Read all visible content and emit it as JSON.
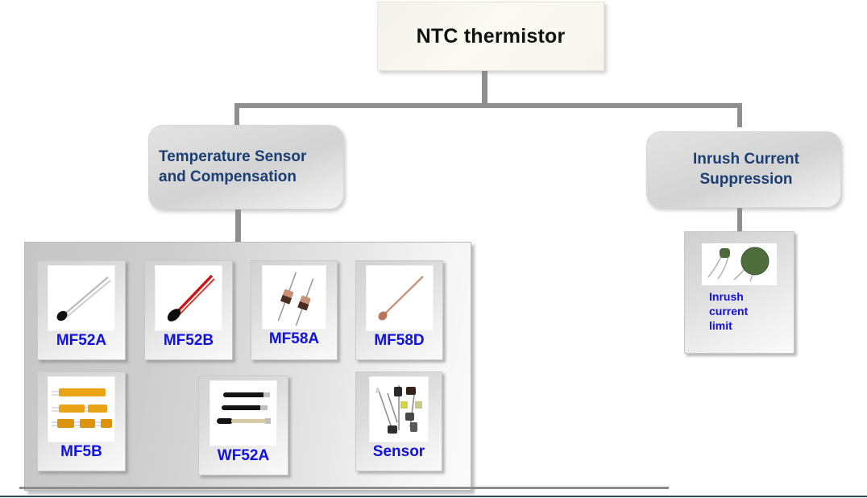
{
  "diagram": {
    "root": {
      "label": "NTC thermistor"
    },
    "categories": [
      {
        "id": "temperature-sensor",
        "label": "Temperature Sensor\nand Compensation"
      },
      {
        "id": "inrush-current",
        "label": "Inrush Current\nSuppression"
      }
    ],
    "sensor_products": [
      {
        "label": "MF52A",
        "icon": "bead-thermistor-silver-leads-icon"
      },
      {
        "label": "MF52B",
        "icon": "bead-thermistor-red-lead-icon"
      },
      {
        "label": "MF58A",
        "icon": "glass-encapsulated-thermistor-pair-icon"
      },
      {
        "label": "MF58D",
        "icon": "glass-diode-thermistor-icon"
      },
      {
        "label": "MF5B",
        "icon": "chip-thermistor-array-icon"
      },
      {
        "label": "WF52A",
        "icon": "probe-thermistor-black-icon"
      },
      {
        "label": "Sensor",
        "icon": "assorted-sensor-probes-icon"
      }
    ],
    "inrush_products": [
      {
        "label": "Inrush\ncurrent\nlimit",
        "icon": "green-disc-thermistor-icon"
      }
    ]
  },
  "colors": {
    "root_text": "#121212",
    "category_text": "#1b3f72",
    "product_label": "#1111dd",
    "connector": "#8f8f8f",
    "panel_border": "#b9b9b9",
    "bottom_edge": "#2c4a58"
  }
}
